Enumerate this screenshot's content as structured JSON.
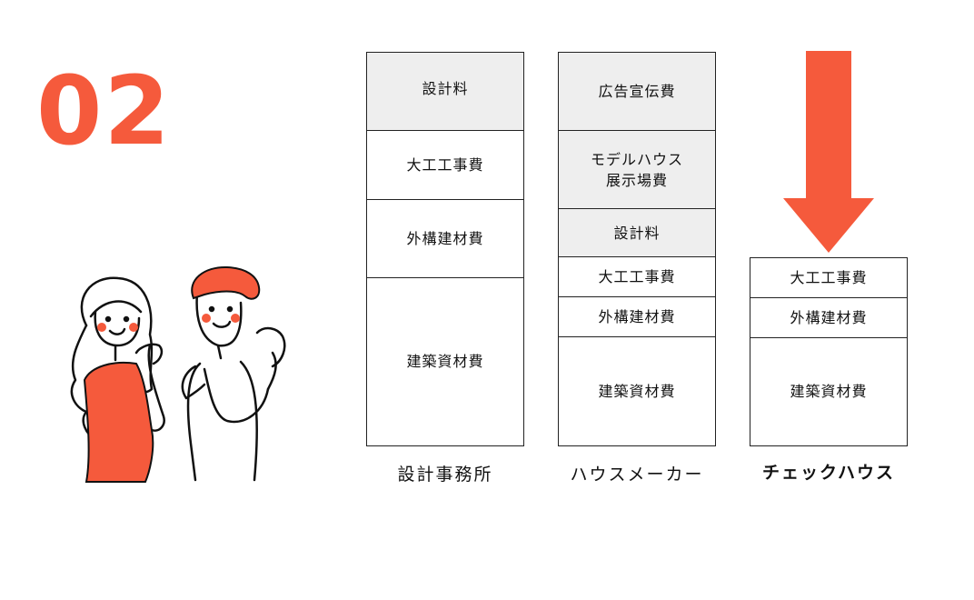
{
  "step_number": "02",
  "colors": {
    "accent": "#f55a3c",
    "cell_gray": "#eeeeee",
    "line": "#222222"
  },
  "icons": [
    "couple-illustration",
    "down-arrow-icon"
  ],
  "columns": [
    {
      "label": "設計事務所",
      "label_bold": false,
      "blocks": [
        {
          "text": "設計料",
          "shaded": true
        },
        {
          "text": "大工工事費",
          "shaded": false
        },
        {
          "text": "外構建材費",
          "shaded": false
        },
        {
          "text": "建築資材費",
          "shaded": false
        }
      ]
    },
    {
      "label": "ハウスメーカー",
      "label_bold": false,
      "blocks": [
        {
          "text": "広告宣伝費",
          "shaded": true
        },
        {
          "text": "モデルハウス\n展示場費",
          "shaded": true
        },
        {
          "text": "設計料",
          "shaded": true
        },
        {
          "text": "大工工事費",
          "shaded": false
        },
        {
          "text": "外構建材費",
          "shaded": false
        },
        {
          "text": "建築資材費",
          "shaded": false
        }
      ]
    },
    {
      "label": "チェックハウス",
      "label_bold": true,
      "blocks": [
        {
          "text": "大工工事費",
          "shaded": false
        },
        {
          "text": "外構建材費",
          "shaded": false
        },
        {
          "text": "建築資材費",
          "shaded": false
        }
      ]
    }
  ]
}
